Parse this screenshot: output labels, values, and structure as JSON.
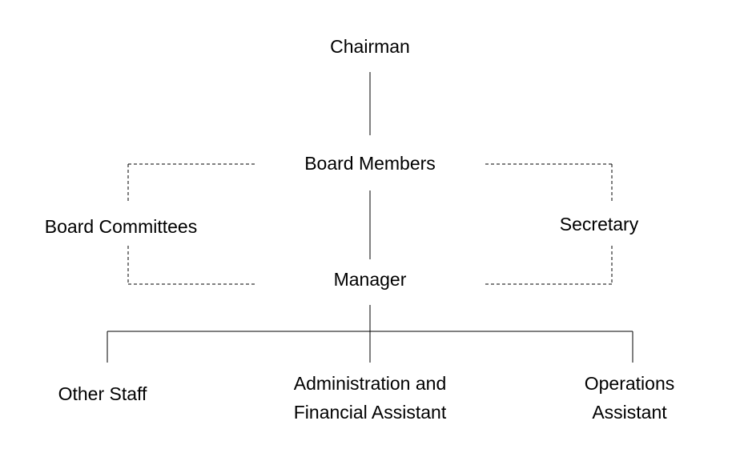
{
  "colors": {
    "line": "#000000",
    "text": "#000000",
    "background": "#ffffff"
  },
  "nodes": {
    "chairman": "Chairman",
    "board_members": "Board Members",
    "board_committees": "Board Committees",
    "secretary": "Secretary",
    "manager": "Manager",
    "other_staff": "Other Staff",
    "admin_financial": [
      "Administration and",
      "Financial Assistant"
    ],
    "operations": [
      "Operations",
      "Assistant"
    ]
  }
}
